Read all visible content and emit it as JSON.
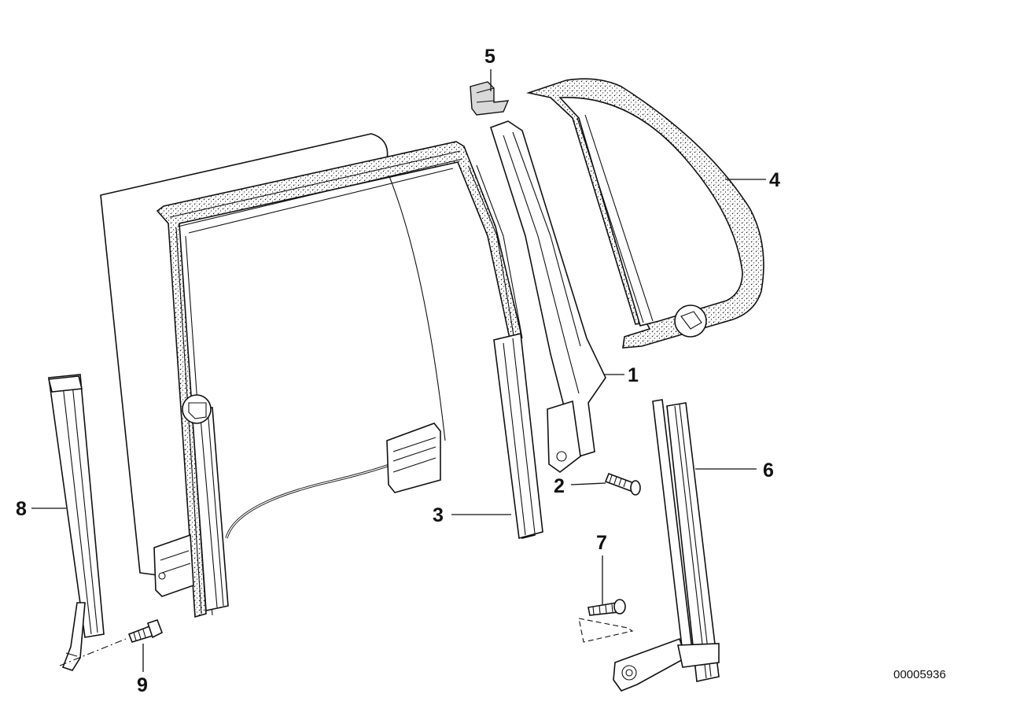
{
  "callouts": [
    "1",
    "2",
    "3",
    "4",
    "5",
    "6",
    "7",
    "8",
    "9"
  ],
  "document_id": "00005936",
  "colors": {
    "ink": "#111111",
    "paper": "#ffffff"
  }
}
